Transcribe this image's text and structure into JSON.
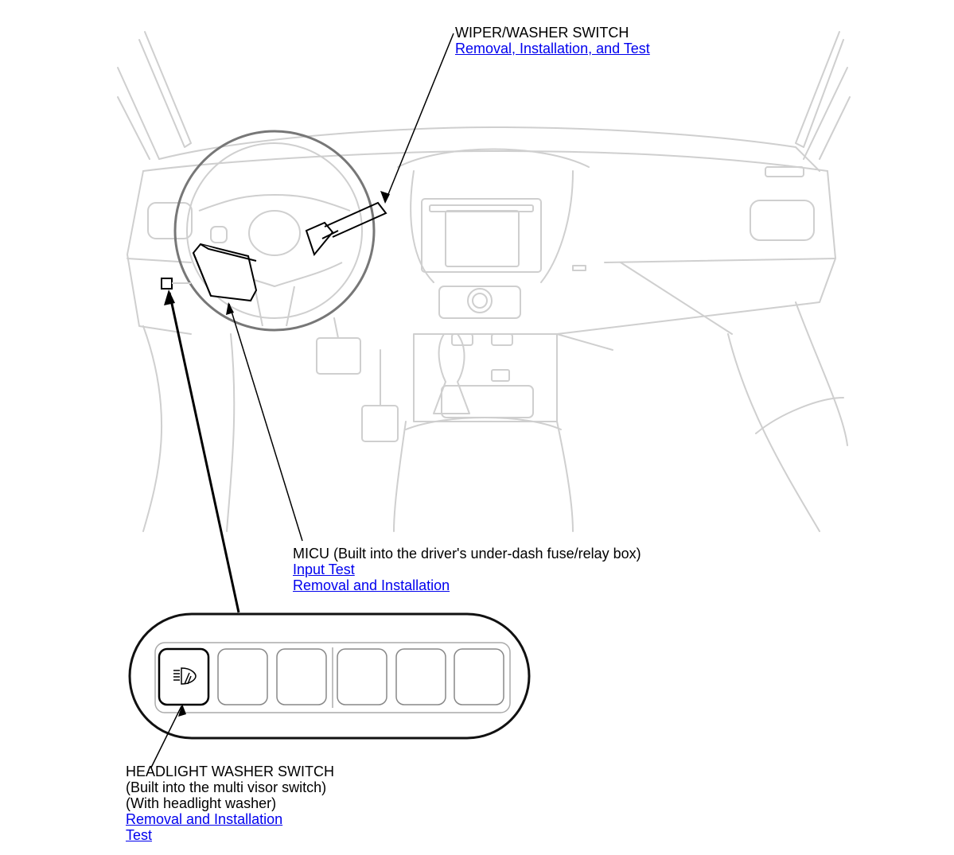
{
  "callouts": {
    "wiper_washer": {
      "title": "WIPER/WASHER SWITCH",
      "link": "Removal, Installation, and Test"
    },
    "micu": {
      "title": "MICU (Built into the driver's under-dash fuse/relay box)",
      "link_input_test": "Input Test",
      "link_removal": "Removal and Installation"
    },
    "headlight_washer": {
      "title": "HEADLIGHT WASHER SWITCH",
      "line2": "(Built into the multi visor switch)",
      "line3": "(With headlight washer)",
      "link_removal": "Removal and Installation",
      "link_test": "Test"
    }
  },
  "colors": {
    "link": "#0000ee",
    "outline_light": "#cfcfcf",
    "outline_dark": "#000000"
  }
}
